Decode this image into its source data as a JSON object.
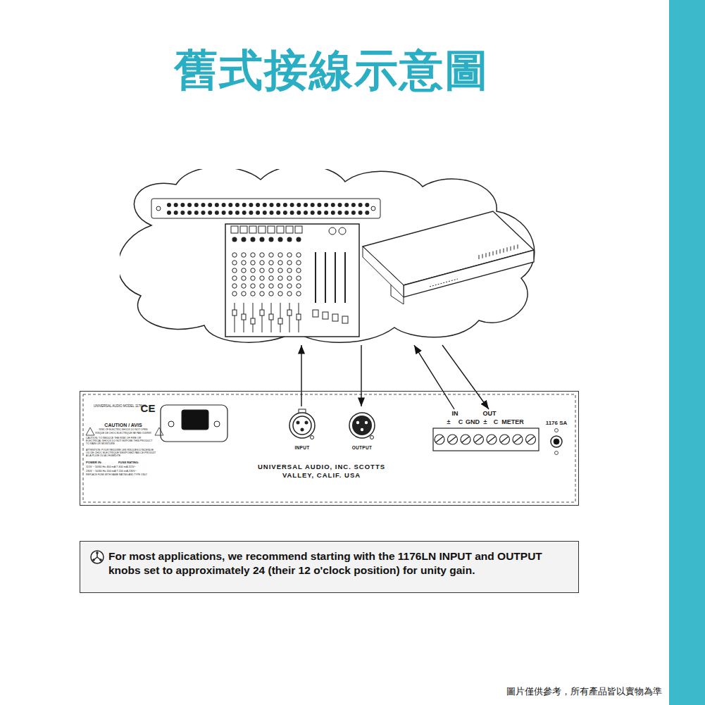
{
  "diagram": {
    "title": "舊式接線示意圖",
    "nodes": [
      {
        "text": []
      },
      {
        "text": [
          "UNIVERSAL AUDIO, INC. SCOTTS VALLEY, CALIF. USA"
        ]
      },
      {
        "text": [
          "INPUT"
        ],
        "in": 1
      },
      {
        "text": [
          "OUTPUT"
        ],
        "in": 1
      },
      {
        "text": [
          "IN"
        ],
        "in": 1
      },
      {
        "text": [
          "OUT"
        ],
        "in": 1
      },
      {
        "text": [
          "For most applications, we recommend starting with the 1176LN INPUT and OUTPUT knobs set to approximately 24 (their 12 o'clock position) for unity gain."
        ]
      }
    ],
    "edges": [
      {
        "from": 2,
        "to": 0,
        "arrow": "to"
      },
      {
        "from": 0,
        "to": 3,
        "arrow": "to"
      },
      {
        "from": 4,
        "to": 0,
        "arrow": "to"
      },
      {
        "from": 0,
        "to": 5,
        "arrow": "to"
      }
    ],
    "labels": [
      "UNIVERSAL AUDIO MODEL 1176LN",
      "CE",
      "CAUTION / AVIS",
      "RISK OF ELECTRIC SHOCK DO NOT OPEN",
      "RISQUE DE CHOC ELECTRIQUE NE PAS OUVRIR",
      "CAUTION: TO REDUCE THE RISK OF FIRE OR ELECTRICAL SHOCK DO NOT EXPOSE THIS PRODUCT TO RAIN OR MOISTURE",
      "ATTENTION: POUR REDUIRE LES RISQUES D'INCENDIE OU DE CHOC ELECTRIQUE N'EXPOSEZ PAS CE PRODUIT A LA PLUIE OU A L'HUMIDITE",
      "POWER IN:",
      "FUSE RATING:",
      "115V ~ 50/60 Hz 400 mA T 400 mA 115V~",
      "230V ~ 50/60 Hz 200 mA T 200 mA 230V~",
      "REPLACE FUSE WITH SAME RATING AND TYPE ONLY",
      "±",
      "C",
      "GND",
      "±",
      "C",
      "METER",
      "1176 SA",
      "圖片僅供參考，所有產品皆以實物為準"
    ]
  }
}
